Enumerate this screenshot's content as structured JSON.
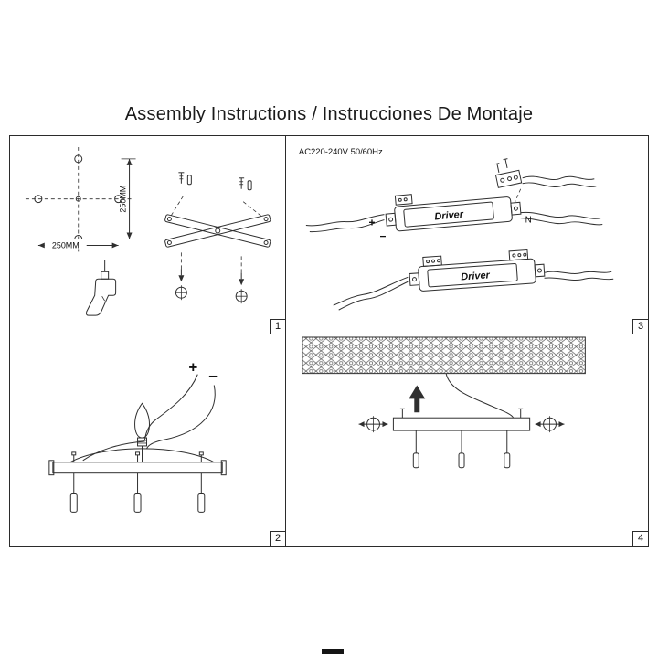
{
  "title": "Assembly Instructions / Instrucciones De Montaje",
  "panel1": {
    "number": "1",
    "dim_vertical": "250MM",
    "dim_horizontal": "250MM"
  },
  "panel2": {
    "number": "2",
    "polarity_plus": "+",
    "polarity_minus": "−"
  },
  "panel3": {
    "number": "3",
    "power_spec": "AC220-240V 50/60Hz",
    "driver1_label": "Driver",
    "driver2_label": "Driver",
    "polarity_plus": "+",
    "polarity_minus": "−",
    "wire_neutral": "N"
  },
  "panel4": {
    "number": "4"
  }
}
